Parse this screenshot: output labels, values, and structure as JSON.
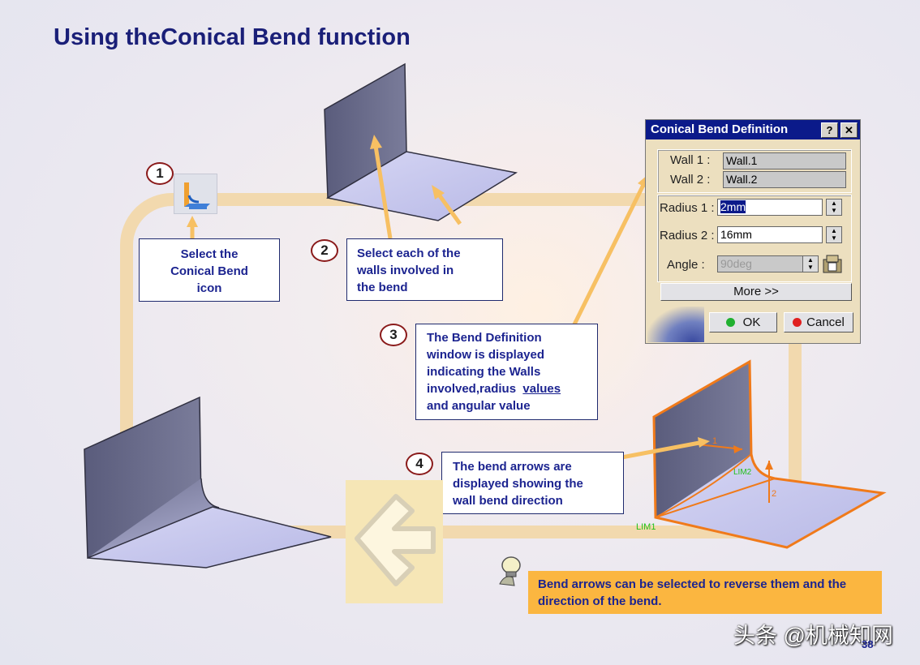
{
  "slide": {
    "title": "Using theConical Bend function",
    "page_number": "38",
    "watermark": "头条 @机械知网"
  },
  "steps": [
    {
      "number": "1",
      "text_lines": [
        "Select  the",
        "Conical  Bend",
        "icon"
      ]
    },
    {
      "number": "2",
      "text_lines": [
        "Select  each  of  the",
        "walls  involved  in",
        "the  bend"
      ]
    },
    {
      "number": "3",
      "text_lines": [
        "The  Bend  Definition",
        "window  is  displayed",
        "indicating  the  Walls",
        "involved,radius",
        "and  angular  value"
      ],
      "underlined": "values"
    },
    {
      "number": "4",
      "text_lines": [
        "The  bend  arrows  are",
        "displayed  showing  the",
        "wall  bend  direction"
      ]
    }
  ],
  "note": {
    "text": "Bend arrows can be selected to reverse them and the direction of the bend."
  },
  "dialog": {
    "title": "Conical Bend Definition",
    "help_label": "?",
    "close_label": "✕",
    "wall1_label": "Wall 1 :",
    "wall1_value": "Wall.1",
    "wall2_label": "Wall 2 :",
    "wall2_value": "Wall.2",
    "radius1_label": "Radius 1 :",
    "radius1_value": "2mm",
    "radius2_label": "Radius 2 :",
    "radius2_value": "16mm",
    "angle_label": "Angle :",
    "angle_value": "90deg",
    "more_label": "More >>",
    "ok_label": "OK",
    "cancel_label": "Cancel"
  },
  "model_labels": {
    "lim1": "LIM1",
    "lim2": "LIM2",
    "arrow1": "1",
    "arrow2": "2"
  },
  "colors": {
    "title": "#1a1f78",
    "loop": "#f2d9ae",
    "note_bg": "#fbb640",
    "dialog_title_bar": "#0b1a8a",
    "highlight_orange": "#f07a1a",
    "face_light": "#c7c8ee",
    "face_dark": "#6e7090"
  }
}
